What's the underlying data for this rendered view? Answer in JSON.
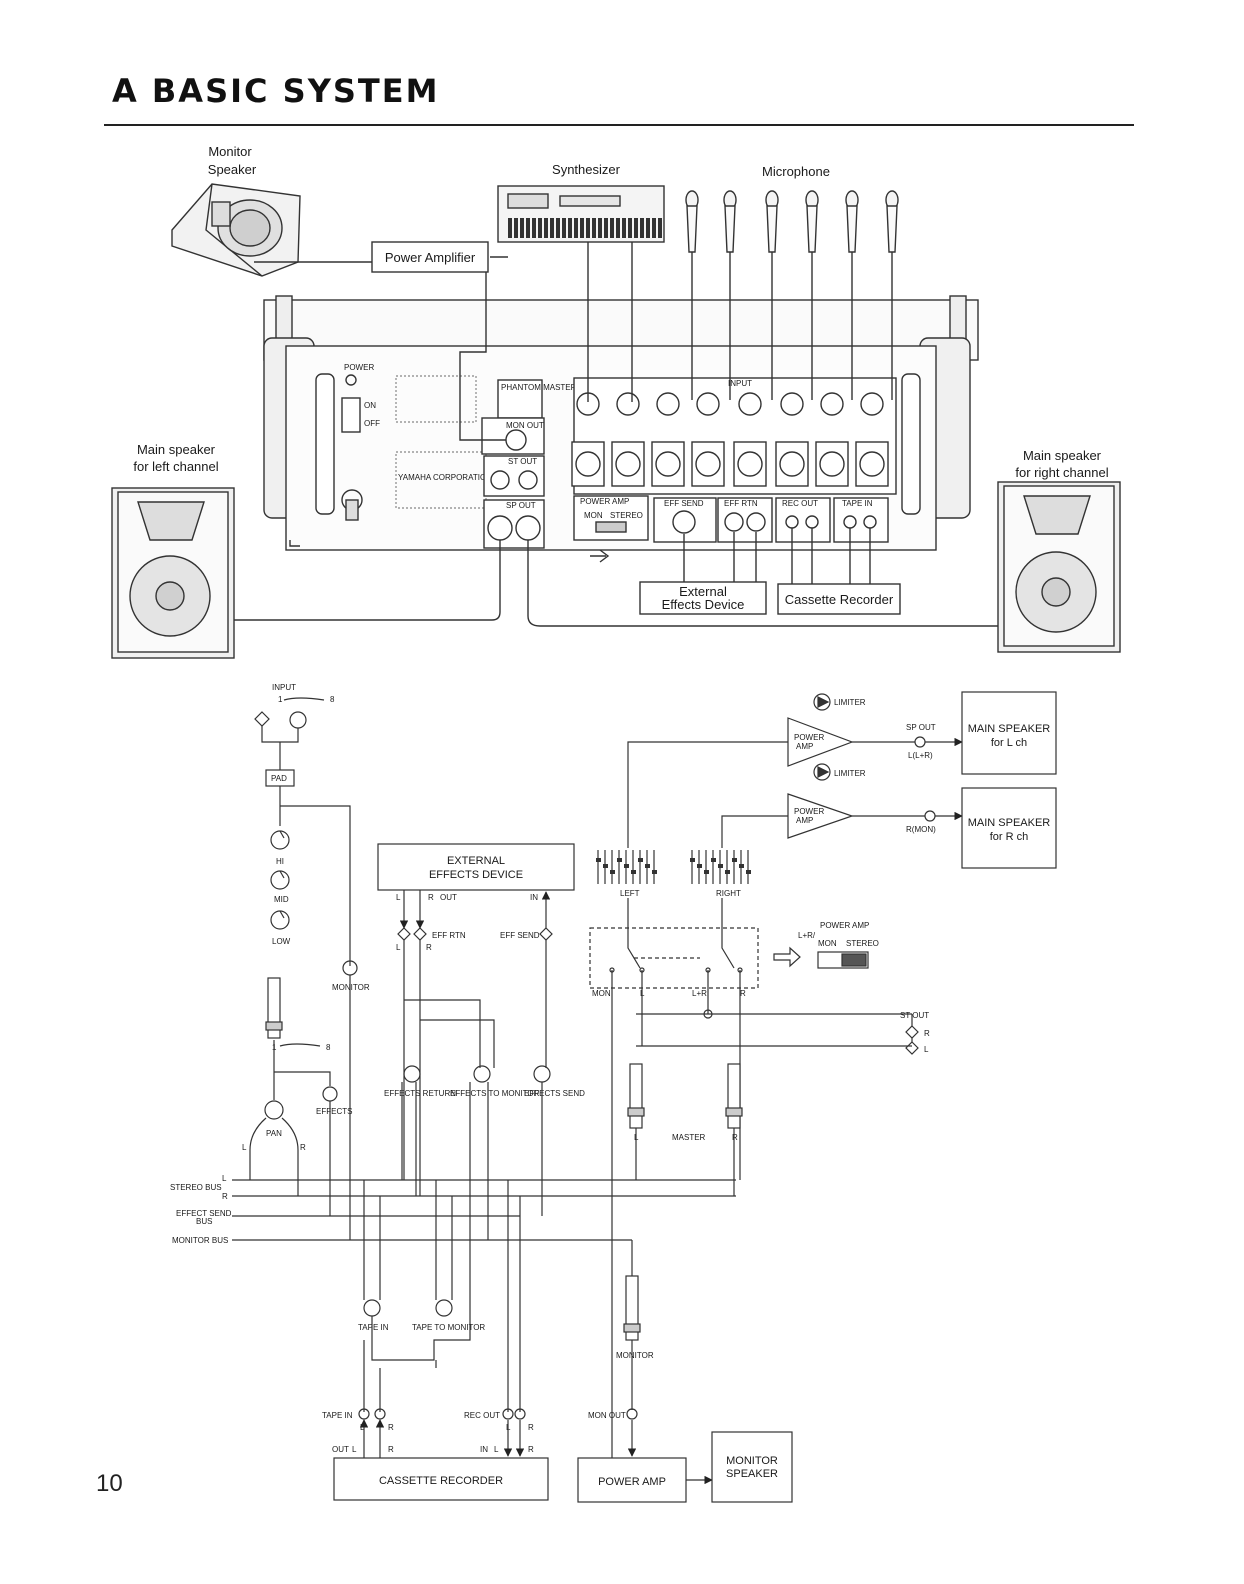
{
  "page": {
    "title": "A BASIC SYSTEM",
    "number": "10"
  },
  "top": {
    "monitor_speaker": "Monitor Speaker",
    "monitor_speaker_l1": "Monitor",
    "monitor_speaker_l2": "Speaker",
    "synthesizer": "Synthesizer",
    "microphone": "Microphone",
    "power_amplifier": "Power Amplifier",
    "main_left_l1": "Main speaker",
    "main_left_l2": "for left channel",
    "main_right_l1": "Main speaker",
    "main_right_l2": "for right channel",
    "external_l1": "External",
    "external_l2": "Effects Device",
    "cassette_recorder": "Cassette Recorder",
    "mixer": {
      "power": "POWER",
      "on": "ON",
      "off": "OFF",
      "phantom_master": "PHANTOM MASTER",
      "mon_out": "MON OUT",
      "st_out": "ST OUT",
      "sp_out": "SP OUT",
      "input": "INPUT",
      "power_amp": "POWER AMP",
      "mon": "MON",
      "stereo": "STEREO",
      "eff_send": "EFF SEND",
      "eff_rtn": "EFF RTN",
      "rec_out": "REC OUT",
      "tape_in": "TAPE IN",
      "corp": "YAMAHA CORPORATION"
    }
  },
  "block": {
    "input": "INPUT",
    "pad": "PAD",
    "hi": "HI",
    "mid": "MID",
    "low": "LOW",
    "monitor": "MONITOR",
    "effects": "EFFECTS",
    "pan": "PAN",
    "L": "L",
    "R": "R",
    "one": "1",
    "eight": "8",
    "stereo_bus": "STEREO BUS",
    "effect_send_bus_l1": "EFFECT SEND",
    "effect_send_bus_l2": "BUS",
    "monitor_bus": "MONITOR BUS",
    "ext_l1": "EXTERNAL",
    "ext_l2": "EFFECTS DEVICE",
    "out": "OUT",
    "in": "IN",
    "eff_rtn": "EFF RTN",
    "eff_send": "EFF SEND",
    "effects_return": "EFFECTS RETURN",
    "effects_to_monitor": "EFFECTS TO MONITOR",
    "effects_send": "EFFECTS SEND",
    "limiter": "LIMITER",
    "power_amp_l1": "POWER",
    "power_amp_l2": "AMP",
    "sp_out": "SP OUT",
    "l_lr": "L(L+R)",
    "r_mon": "R(MON)",
    "main_l_l1": "MAIN SPEAKER",
    "main_l_l2": "for L ch",
    "main_r_l1": "MAIN SPEAKER",
    "main_r_l2": "for R ch",
    "left": "LEFT",
    "right": "RIGHT",
    "mon": "MON",
    "l_plus_r": "L+R",
    "power_amp_sw": "POWER AMP",
    "lr_mon": "L+R/",
    "mon_sw": "MON",
    "stereo_sw": "STEREO",
    "st_out": "ST OUT",
    "master": "MASTER",
    "tape_in": "TAPE IN",
    "tape_to_monitor": "TAPE TO MONITOR",
    "monitor_fader": "MONITOR",
    "rec_out": "REC OUT",
    "mon_out": "MON OUT",
    "cassette": "CASSETTE RECORDER",
    "power_amp_box": "POWER AMP",
    "monitor_speaker_l1": "MONITOR",
    "monitor_speaker_l2": "SPEAKER"
  }
}
